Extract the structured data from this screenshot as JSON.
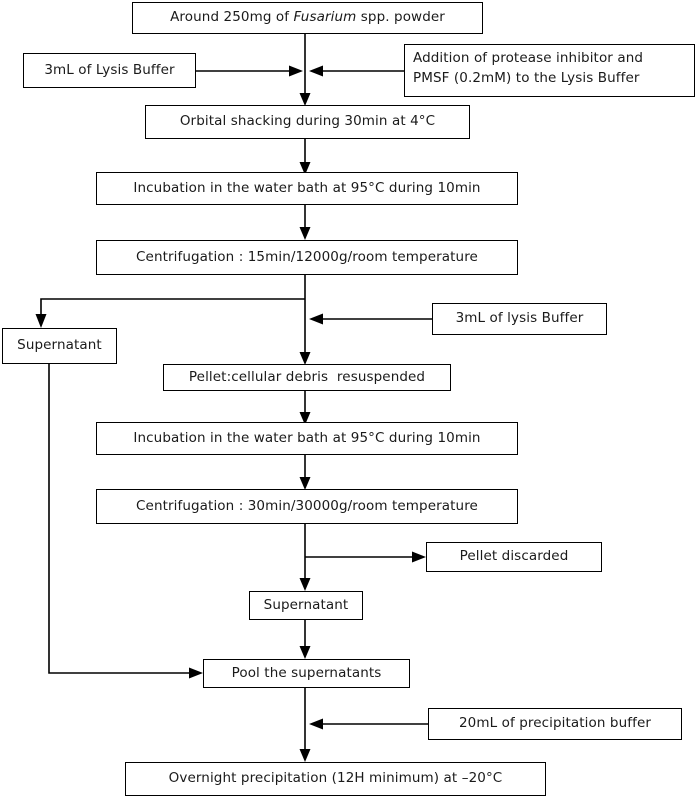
{
  "diagram": {
    "title": "Protein extraction protocol flowchart",
    "background_color": "#ffffff",
    "line_color": "#000000",
    "text_color": "#1a1a1a"
  },
  "nodes": {
    "powder": "Around 250mg of ",
    "powder_italic": "Fusarium",
    "powder_tail": " spp. powder",
    "lysis_buffer_1": "3mL of Lysis Buffer",
    "protease_line1": "Addition of protease inhibitor and",
    "protease_line2": "PMSF (0.2mM) to the Lysis Buffer",
    "orbital_shacking": "Orbital shacking during 30min at 4°C",
    "incubation_1": "Incubation in the water bath at 95°C during 10min",
    "centrifugation_1": "Centrifugation : 15min/12000g/room temperature",
    "supernatant_1": "Supernatant",
    "lysis_buffer_2": "3mL of lysis Buffer",
    "pellet_resuspended": "Pellet:cellular debris  resuspended",
    "incubation_2": "Incubation in the water bath at 95°C during 10min",
    "centrifugation_2": "Centrifugation : 30min/30000g/room temperature",
    "pellet_discarded": "Pellet discarded",
    "supernatant_2": "Supernatant",
    "pool_supernatants": "Pool the supernatants",
    "precipitation_buffer": "20mL of precipitation buffer",
    "overnight_precipitation": "Overnight precipitation (12H minimum) at –20°C"
  },
  "edges": [
    {
      "name": "powder-to-junction",
      "from": "powder",
      "to": "orbital-shacking",
      "kind": "vertical-arrow"
    },
    {
      "name": "lysis-buffer-1-to-junction",
      "from": "lysis_buffer_1",
      "to": "junction",
      "kind": "horizontal-arrow-right"
    },
    {
      "name": "protease-to-junction",
      "from": "protease",
      "to": "junction",
      "kind": "horizontal-arrow-left"
    },
    {
      "name": "orbital-to-incubation-1",
      "from": "orbital_shacking",
      "to": "incubation_1",
      "kind": "vertical-arrow"
    },
    {
      "name": "incubation-1-to-centrifugation-1",
      "from": "incubation_1",
      "to": "centrifugation_1",
      "kind": "vertical-arrow"
    },
    {
      "name": "centrifugation-1-to-supernatant-1",
      "from": "centrifugation_1",
      "to": "supernatant_1",
      "kind": "elbow-left-arrow"
    },
    {
      "name": "centrifugation-1-to-pellet",
      "from": "centrifugation_1",
      "to": "pellet_resuspended",
      "kind": "vertical-arrow"
    },
    {
      "name": "lysis-buffer-2-to-stream",
      "from": "lysis_buffer_2",
      "to": "main-stream",
      "kind": "horizontal-arrow-left"
    },
    {
      "name": "pellet-to-incubation-2",
      "from": "pellet_resuspended",
      "to": "incubation_2",
      "kind": "vertical-arrow"
    },
    {
      "name": "incubation-2-to-centrifugation-2",
      "from": "incubation_2",
      "to": "centrifugation_2",
      "kind": "vertical-arrow"
    },
    {
      "name": "centrifugation-2-to-pellet-discarded",
      "from": "centrifugation_2",
      "to": "pellet_discarded",
      "kind": "branch-right-arrow"
    },
    {
      "name": "centrifugation-2-to-supernatant-2",
      "from": "centrifugation_2",
      "to": "supernatant_2",
      "kind": "vertical-arrow"
    },
    {
      "name": "supernatant-2-to-pool",
      "from": "supernatant_2",
      "to": "pool_supernatants",
      "kind": "vertical-arrow"
    },
    {
      "name": "supernatant-1-to-pool",
      "from": "supernatant_1",
      "to": "pool_supernatants",
      "kind": "elbow-right-arrow"
    },
    {
      "name": "pool-to-overnight",
      "from": "pool_supernatants",
      "to": "overnight_precipitation",
      "kind": "vertical-arrow"
    },
    {
      "name": "precipitation-buffer-to-stream",
      "from": "precipitation_buffer",
      "to": "main-stream",
      "kind": "horizontal-arrow-left"
    }
  ]
}
